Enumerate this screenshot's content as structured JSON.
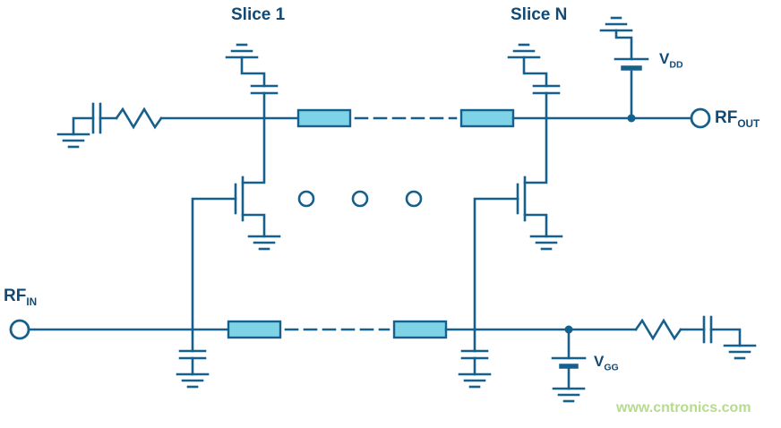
{
  "diagram": {
    "slice1_label": "Slice 1",
    "sliceN_label": "Slice N",
    "rf_in": {
      "main": "RF",
      "sub": "IN"
    },
    "rf_out": {
      "main": "RF",
      "sub": "OUT"
    },
    "vdd": {
      "main": "V",
      "sub": "DD"
    },
    "vgg": {
      "main": "V",
      "sub": "GG"
    },
    "watermark": "www.cntronics.com",
    "colors": {
      "line": "#15608c",
      "label": "#114a75",
      "tline_fill": "#7fd3e6",
      "watermark": "#b6db8e",
      "background": "#ffffff"
    }
  }
}
